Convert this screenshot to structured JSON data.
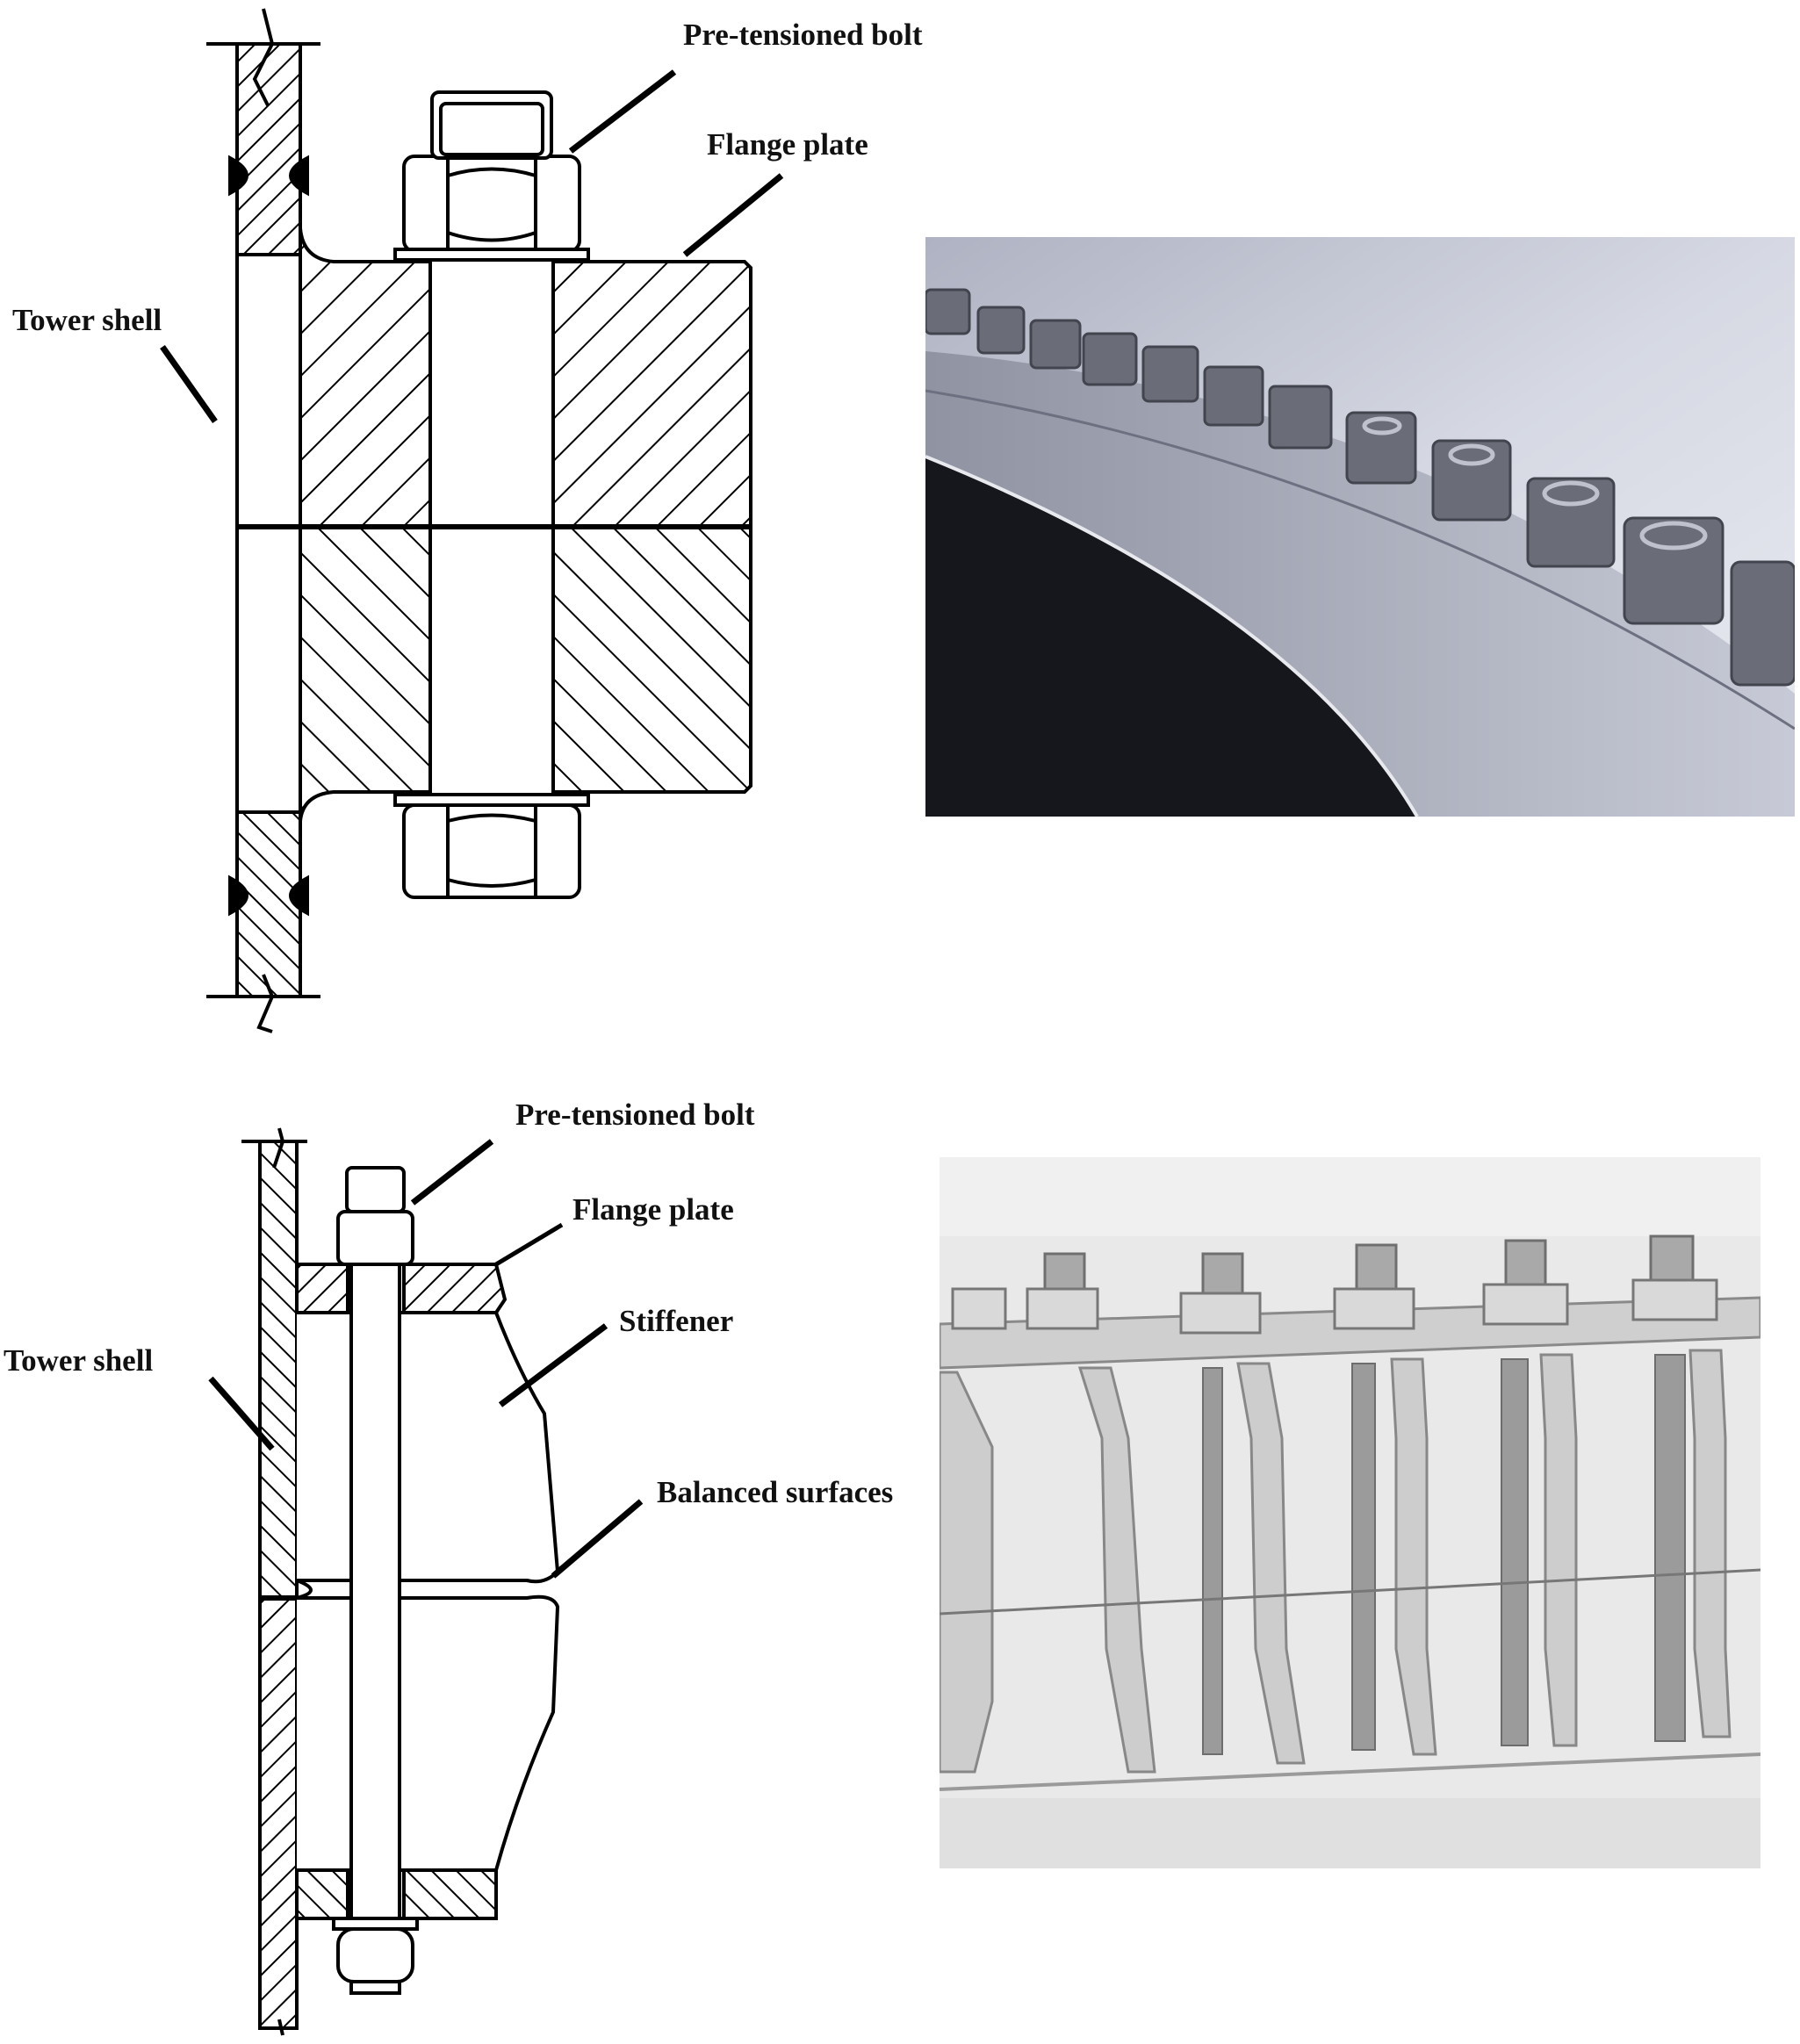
{
  "figure_top": {
    "labels": {
      "bolt": "Pre-tensioned bolt",
      "flange": "Flange plate",
      "shell": "Tower shell"
    }
  },
  "figure_bottom": {
    "labels": {
      "bolt": "Pre-tensioned bolt",
      "flange": "Flange plate",
      "stiffener": "Stiffener",
      "shell": "Tower shell",
      "balanced": "Balanced surfaces"
    }
  },
  "colors": {
    "line": "#000000",
    "photo_top_bg": "#c9ccd8",
    "photo_top_flange": "#9ea3b0",
    "photo_top_nut": "#6a6d78",
    "photo_bottom_bg": "#e8e8e8",
    "photo_bottom_steel": "#bcbcbc",
    "photo_bottom_dark": "#8c8c8c"
  },
  "icons": {
    "top_photo": "flange-bolts-photo",
    "bottom_photo": "stiffened-flange-photo"
  }
}
